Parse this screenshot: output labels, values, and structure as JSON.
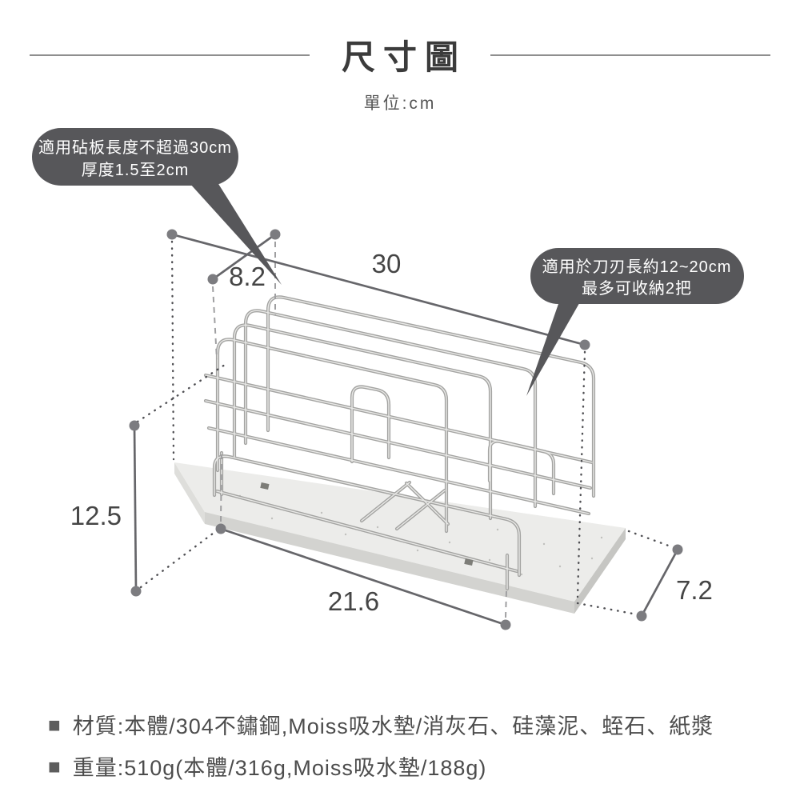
{
  "header": {
    "title": "尺寸圖",
    "unit": "單位:cm"
  },
  "callouts": {
    "board": {
      "line1": "適用砧板長度不超過30cm",
      "line2": "厚度1.5至2cm"
    },
    "knife": {
      "line1": "適用於刀刃長約12~20cm",
      "line2": "最多可收納2把"
    }
  },
  "dimensions": {
    "length": "30",
    "depth": "8.2",
    "height": "12.5",
    "rack_width": "21.6",
    "base_depth": "7.2"
  },
  "specs": {
    "material": {
      "bullet": "■",
      "label": "材質:本體/304不鏽鋼,Moiss吸水墊/消灰石、硅藻泥、蛭石、紙漿"
    },
    "weight": {
      "bullet": "■",
      "label": "重量:510g(本體/316g,Moiss吸水墊/188g)"
    }
  },
  "colors": {
    "callout_bg": "#57575a",
    "title_text": "#3b3b3b",
    "dim_line": "#66666a",
    "dim_dot": "#7c7c80",
    "pad_top": "#ececea",
    "wire": "#a4a4a2",
    "spec_text": "#4c4c4c"
  }
}
